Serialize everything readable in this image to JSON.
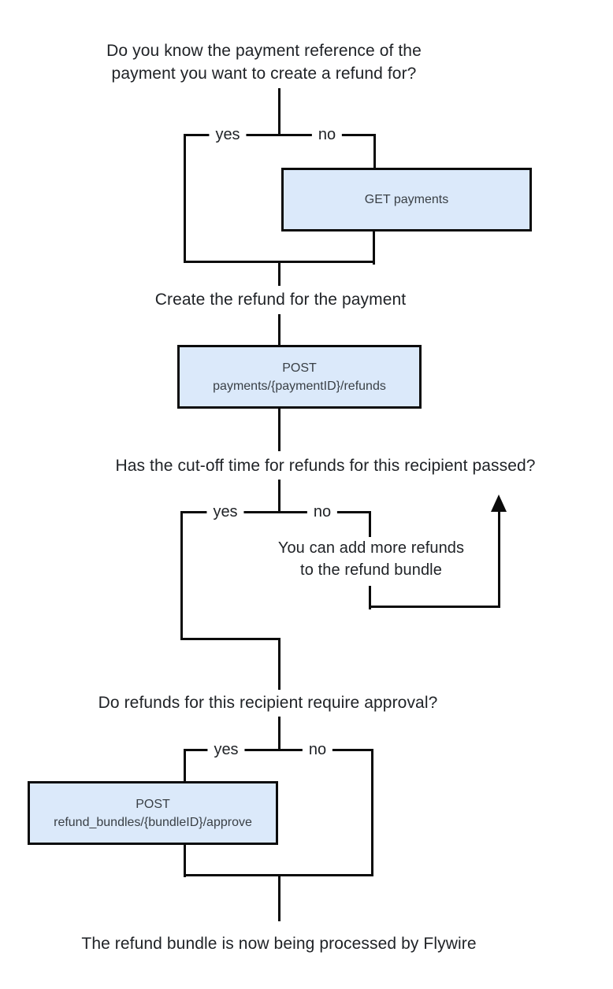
{
  "flowchart": {
    "questions": {
      "q1": "Do you know the payment reference of the payment you want to create a refund for?",
      "q2": "Has the cut-off time for refunds for this recipient passed?",
      "q3": "Do refunds for this recipient require approval?"
    },
    "steps": {
      "create_refund": "Create the refund for the payment",
      "add_more_refunds_line1": "You can add more refunds",
      "add_more_refunds_line2": "to the refund bundle",
      "final": "The refund bundle is now being processed by Flywire"
    },
    "api_boxes": {
      "get_payments": {
        "label": "GET payments"
      },
      "post_refund": {
        "line1": "POST",
        "line2": "payments/{paymentID}/refunds"
      },
      "post_approve": {
        "line1": "POST",
        "line2": "refund_bundles/{bundleID}/approve"
      }
    },
    "labels": {
      "yes": "yes",
      "no": "no"
    },
    "colors": {
      "box_fill": "#dbe9fa",
      "box_border": "#0b0b0b",
      "line": "#0b0b0b"
    }
  }
}
